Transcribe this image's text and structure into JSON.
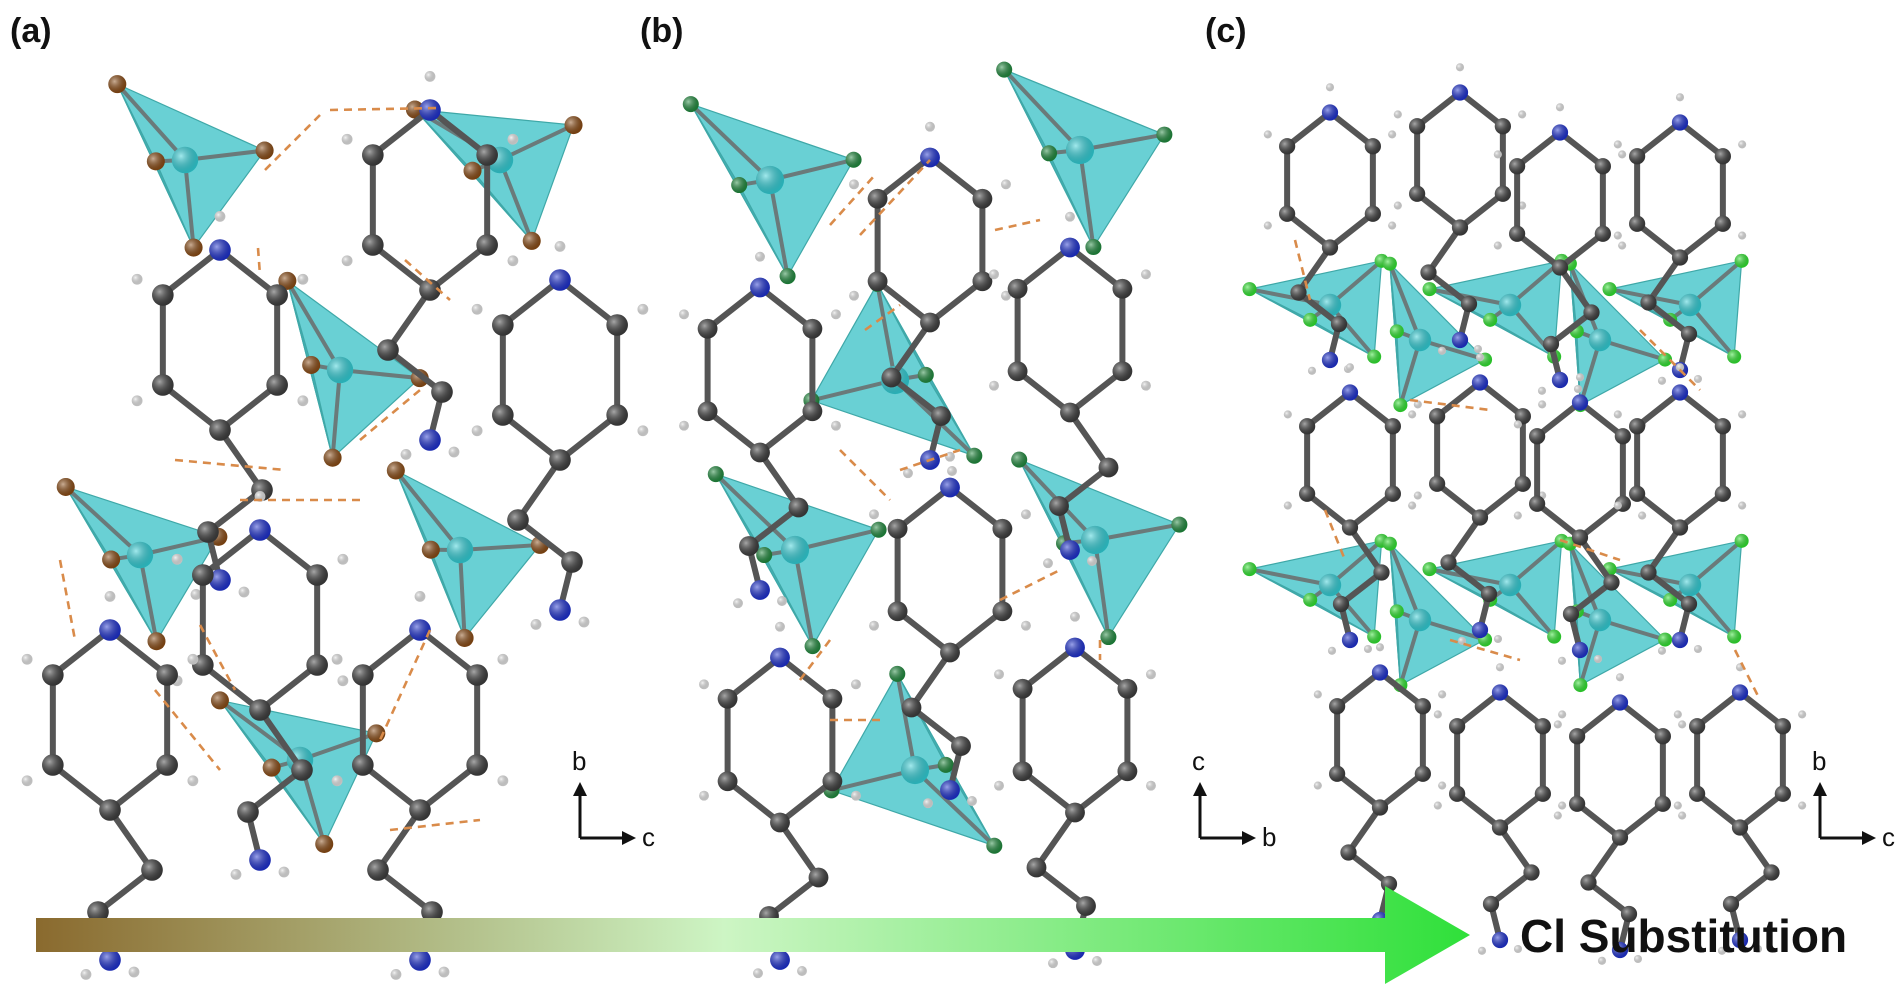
{
  "panels": [
    {
      "label": "(a)",
      "axes": {
        "vertical": "b",
        "horizontal": "c"
      }
    },
    {
      "label": "(b)",
      "axes": {
        "vertical": "c",
        "horizontal": "b"
      }
    },
    {
      "label": "(c)",
      "axes": {
        "vertical": "b",
        "horizontal": "c"
      }
    }
  ],
  "arrow": {
    "caption": "Cl Substitution",
    "gradient_start": "#8a6a2e",
    "gradient_mid": "#cdf5c4",
    "gradient_end": "#2fe03a"
  },
  "colors": {
    "bromine": "#8a4a12",
    "chlorine_b": "#1e8a3c",
    "chlorine_c": "#2ee62e",
    "metal": "#2fd0d8",
    "tetrahedron": "#4fc8cc",
    "carbon": "#3c3c3c",
    "nitrogen": "#1c2fd0",
    "hydrogen": "#e6e6e6",
    "hbond": "#d98b4a"
  }
}
